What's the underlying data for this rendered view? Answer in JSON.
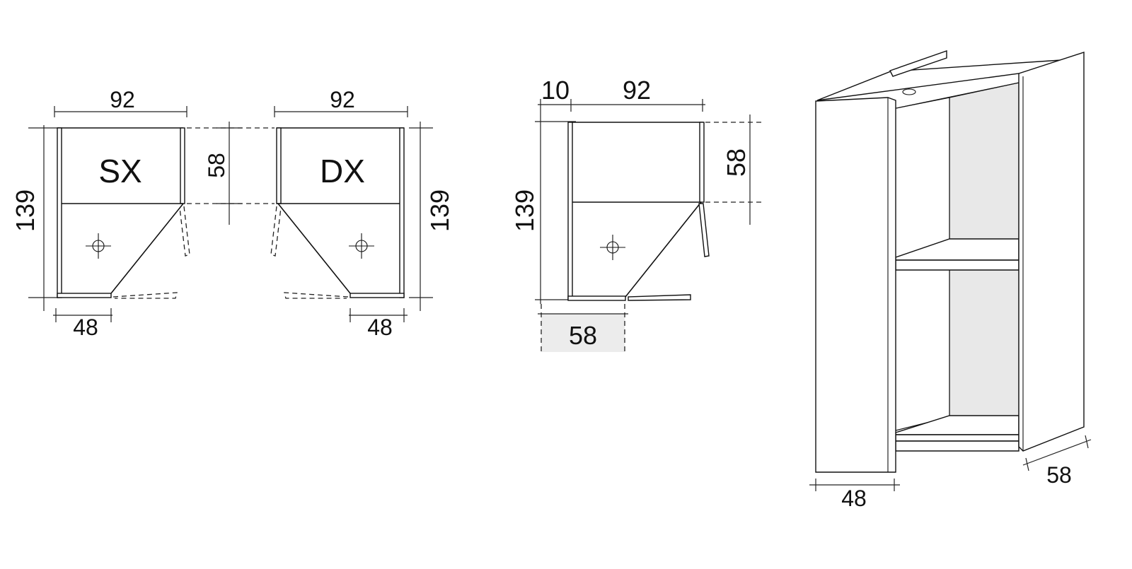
{
  "plan_left": {
    "width_label": "92",
    "height_label": "139",
    "inner_depth_label": "58",
    "side_label": "48",
    "side_code": "SX"
  },
  "plan_right": {
    "width_label": "92",
    "height_label": "139",
    "side_label": "48",
    "side_code": "DX"
  },
  "plan_center": {
    "offset_label": "10",
    "width_label": "92",
    "height_label": "139",
    "depth_label": "58",
    "door_label": "58"
  },
  "perspective": {
    "width_label": "48",
    "depth_label": "58"
  }
}
